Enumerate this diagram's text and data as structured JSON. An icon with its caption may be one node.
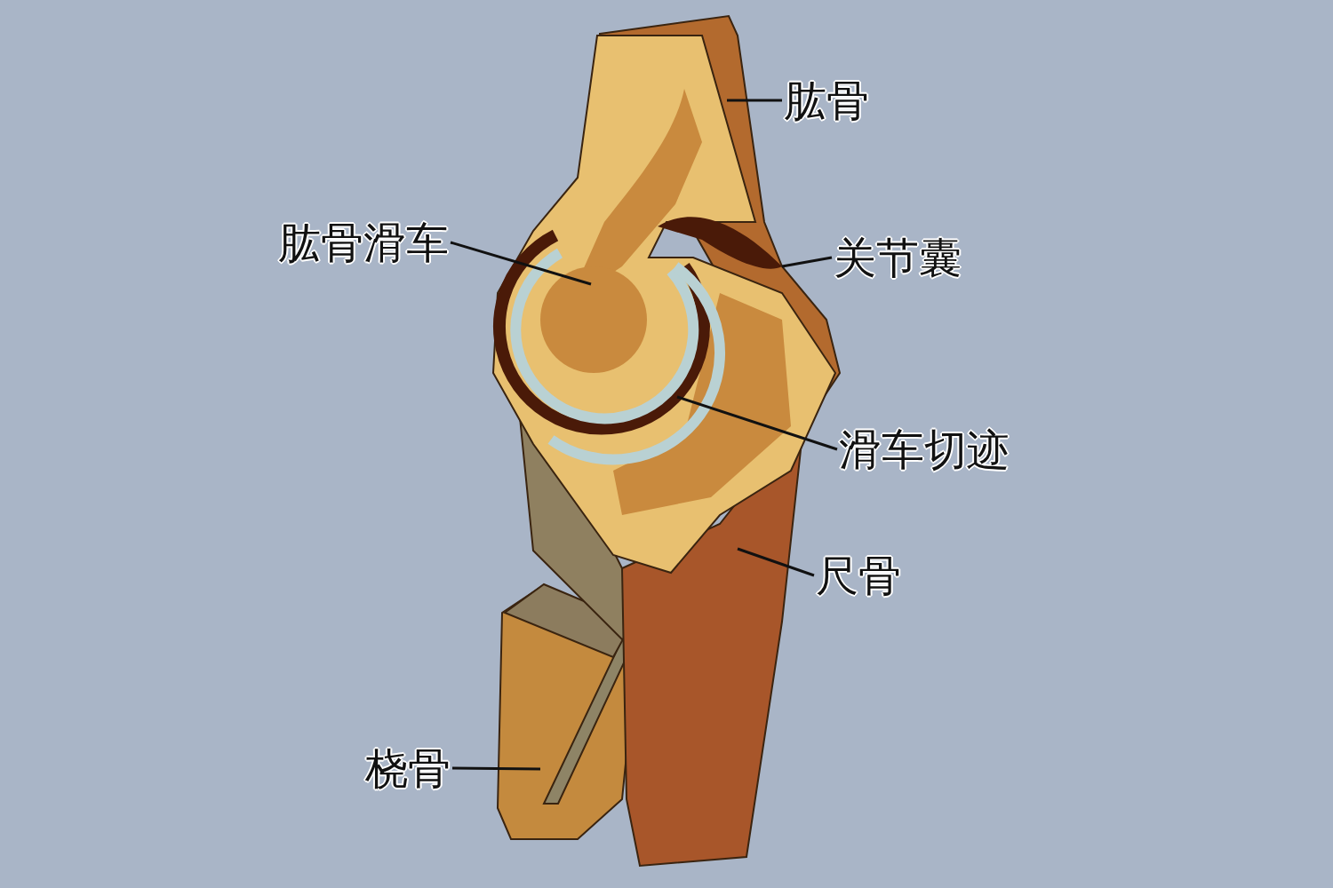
{
  "diagram": {
    "nodes": [
      {
        "text": [
          "肱骨"
        ]
      },
      {
        "text": [
          "肱骨滑车"
        ]
      },
      {
        "text": [
          "关节囊"
        ]
      },
      {
        "text": [
          "滑车切迹"
        ]
      },
      {
        "text": [
          "尺骨"
        ]
      },
      {
        "text": [
          "桡骨"
        ]
      }
    ],
    "edges": [
      {
        "from": 0,
        "to": null,
        "arrow": "none"
      },
      {
        "from": 1,
        "to": null,
        "arrow": "none"
      },
      {
        "from": 2,
        "to": null,
        "arrow": "none"
      },
      {
        "from": 3,
        "to": null,
        "arrow": "none"
      },
      {
        "from": 4,
        "to": null,
        "arrow": "none"
      },
      {
        "from": 5,
        "to": null,
        "arrow": "none"
      }
    ]
  }
}
